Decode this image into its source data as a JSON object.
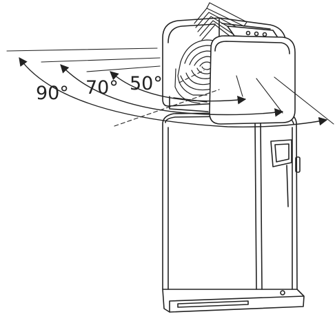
{
  "diagram": {
    "angle_labels": [
      "90°",
      "70°",
      "50°"
    ],
    "colors": {
      "stroke": "#222222",
      "background": "#ffffff"
    }
  }
}
